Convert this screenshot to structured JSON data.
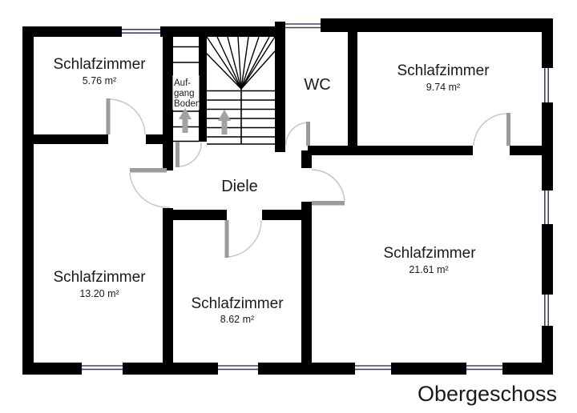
{
  "floor_plan": {
    "title": "Obergeschoss",
    "hallway_label": "Diele",
    "wc_label": "WC",
    "attic_stair": {
      "line1": "Auf-",
      "line2": "gang",
      "line3": "Boden",
      "direction_icon": "up-arrow"
    },
    "main_stair": {
      "direction_icon": "up-arrow"
    },
    "rooms": [
      {
        "label": "Schlafzimmer",
        "area": "5.76 m²"
      },
      {
        "label": "Schlafzimmer",
        "area": "9.74 m²"
      },
      {
        "label": "Schlafzimmer",
        "area": "13.20 m²"
      },
      {
        "label": "Schlafzimmer",
        "area": "8.62 m²"
      },
      {
        "label": "Schlafzimmer",
        "area": "21.61 m²"
      }
    ],
    "colors": {
      "wall": "#000000",
      "door_leaf": "#9b9b9b",
      "door_swing_arc": "#c4c4c4",
      "window_line": "#40406a",
      "stair_arrow": "#a2a2a2",
      "text": "#1a1a1a",
      "background": "#ffffff"
    }
  }
}
